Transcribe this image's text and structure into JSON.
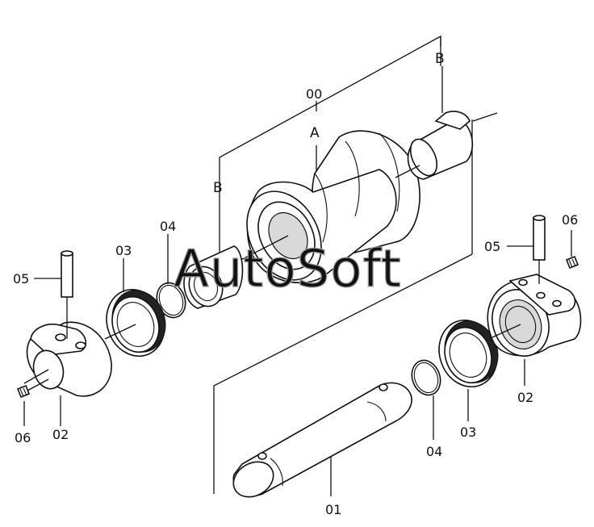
{
  "watermark": "AutoSoft",
  "callouts": {
    "assembly": "00",
    "a": "A",
    "b_top": "B",
    "b_left": "B",
    "shaft": "01",
    "collar_left": "02",
    "collar_right": "02",
    "seal_left": "03",
    "seal_right": "03",
    "oring_left": "04",
    "oring_right": "04",
    "pin_left": "05",
    "pin_right": "05",
    "plug_left": "06",
    "plug_right": "06"
  }
}
